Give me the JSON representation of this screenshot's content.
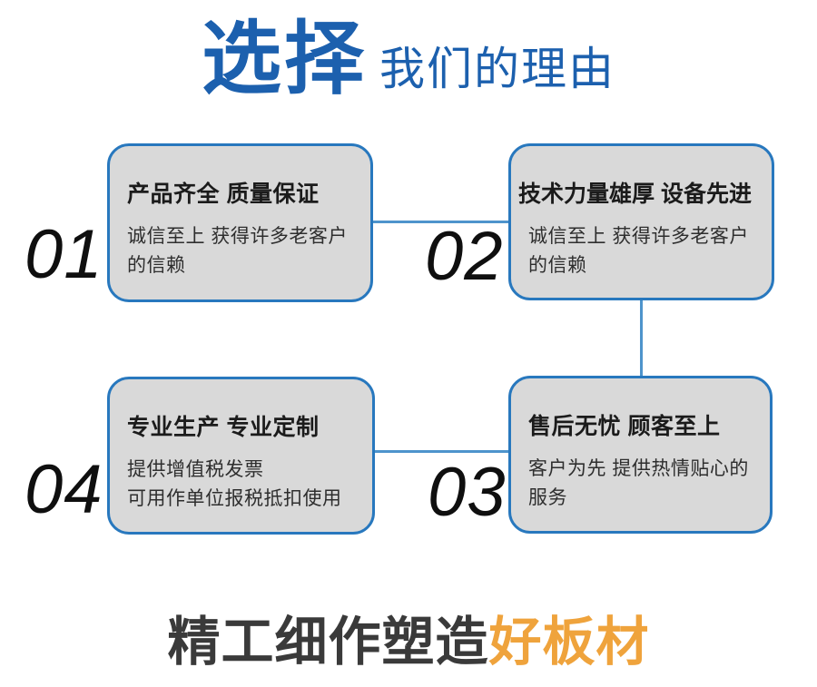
{
  "header": {
    "title_main": "选择",
    "title_rest": "我们的理由",
    "accent_color": "#1C60AE"
  },
  "boxes": [
    {
      "number": "01",
      "title": "产品齐全 质量保证",
      "body1": "诚信至上 获得许多老客户",
      "body2": "的信赖"
    },
    {
      "number": "02",
      "title": "技术力量雄厚 设备先进",
      "body1": "诚信至上 获得许多老客户",
      "body2": "的信赖"
    },
    {
      "number": "03",
      "title": "售后无忧 顾客至上",
      "body1": "客户为先 提供热情贴心的",
      "body2": "服务"
    },
    {
      "number": "04",
      "title": "专业生产 专业定制",
      "body1": "提供增值税发票",
      "body2": "可用作单位报税抵扣使用"
    }
  ],
  "footer": {
    "text_gray": "精工细作塑造",
    "text_orange": "好板材",
    "gray_color": "#3a3a3a",
    "orange_color": "#EFA33C"
  },
  "colors": {
    "card_fill": "#D9D9D9",
    "card_border": "#2878BE",
    "connector": "#4E94CC",
    "number": "#0f0f0f"
  }
}
